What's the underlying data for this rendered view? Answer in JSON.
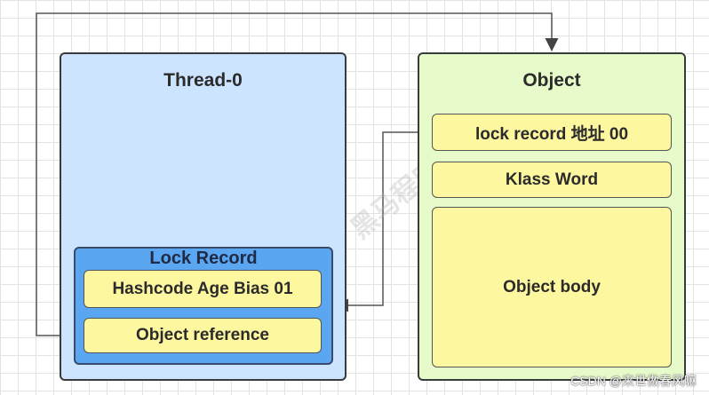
{
  "thread": {
    "title": "Thread-0"
  },
  "lock_record": {
    "title": "Lock Record",
    "hashcode_label": "Hashcode Age Bias 01",
    "object_reference_label": "Object reference"
  },
  "object": {
    "title": "Object",
    "mark_word_label": "lock record 地址 00",
    "klass_word_label": "Klass Word",
    "body_label": "Object body"
  },
  "watermark_logo_text": "黑马程序员 www.itheima.com",
  "credit": "CSDN @来世做春风嘛"
}
